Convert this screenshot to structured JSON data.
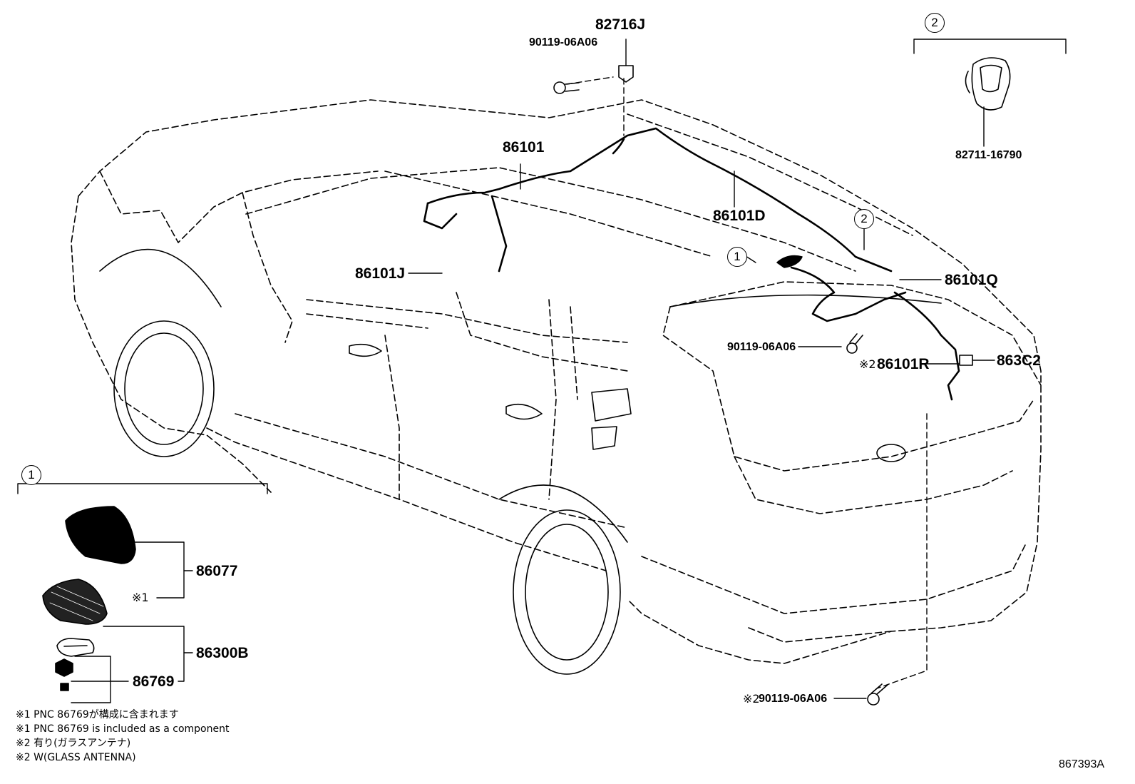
{
  "diagram": {
    "parts": {
      "p82716j": "82716J",
      "p9011906a06_top": "90119-06A06",
      "p86101": "86101",
      "p86101d": "86101D",
      "p86101j": "86101J",
      "p86101q": "86101Q",
      "p9011906a06_mid": "90119-06A06",
      "p86101r": "86101R",
      "p86101r_mark": "※2",
      "p863c2": "863C2",
      "p9011906a06_bottom": "90119-06A06",
      "p9011906a06_bottom_mark": "※2",
      "p8271116790": "82711-16790",
      "p86077": "86077",
      "p86077_mark": "※1",
      "p86300b": "86300B",
      "p86769": "86769"
    },
    "callouts": {
      "one": "1",
      "two": "2"
    },
    "notes": [
      "※1 PNC 86769が構成に含まれます",
      "※1 PNC 86769 is included as a component",
      "※2 有り(ガラスアンテナ)",
      "※2 W(GLASS ANTENNA)"
    ],
    "diagram_id": "867393A"
  }
}
